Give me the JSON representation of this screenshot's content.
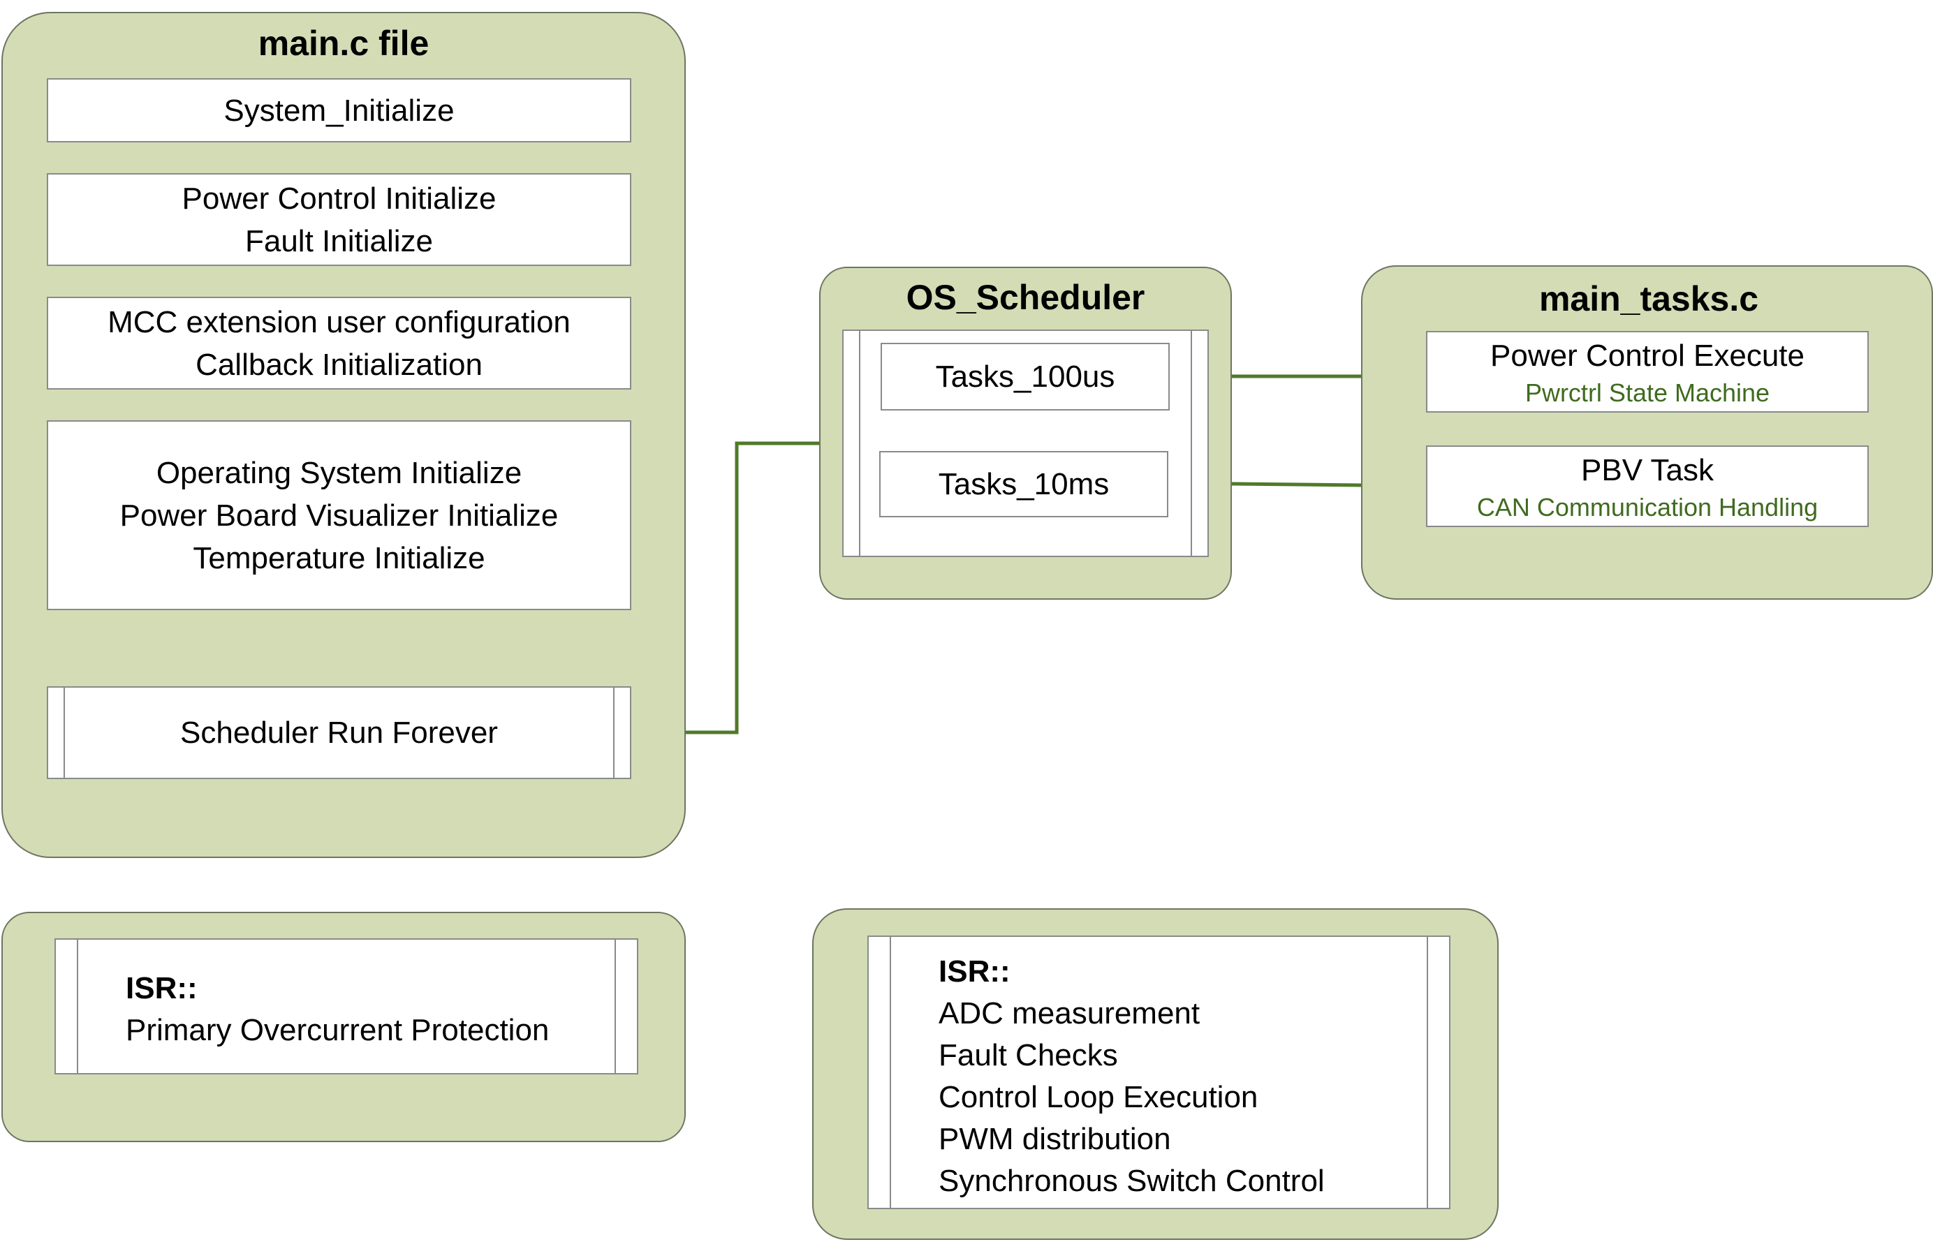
{
  "colors": {
    "panel_fill": "#d3dcb5",
    "connector": "#4f7a2a",
    "subtitle_text": "#3f6b1f"
  },
  "main_file": {
    "title": "main.c file",
    "steps": [
      {
        "lines": [
          "System_Initialize"
        ]
      },
      {
        "lines": [
          "Power Control Initialize",
          "Fault Initialize"
        ]
      },
      {
        "lines": [
          "MCC extension user configuration",
          "Callback Initialization"
        ]
      },
      {
        "lines": [
          "Operating System Initialize",
          "Power Board Visualizer Initialize",
          "Temperature Initialize"
        ]
      }
    ],
    "scheduler_run": "Scheduler Run Forever"
  },
  "os_scheduler": {
    "title": "OS_Scheduler",
    "tasks": [
      "Tasks_100us",
      "Tasks_10ms"
    ]
  },
  "main_tasks": {
    "title": "main_tasks.c",
    "items": [
      {
        "title": "Power Control Execute",
        "subtitle": "Pwrctrl  State Machine"
      },
      {
        "title": "PBV Task",
        "subtitle": "CAN Communication Handling"
      }
    ]
  },
  "isr_primary": {
    "heading": "ISR::",
    "lines": [
      "Primary Overcurrent Protection"
    ]
  },
  "isr_control": {
    "heading": "ISR::",
    "lines": [
      "ADC measurement",
      "Fault Checks",
      "Control Loop Execution",
      "PWM distribution",
      "Synchronous Switch Control"
    ]
  }
}
